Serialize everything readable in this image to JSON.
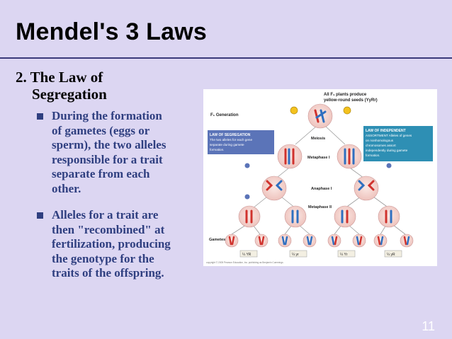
{
  "slide": {
    "title": "Mendel's 3 Laws",
    "subheading_line1": "2. The Law of",
    "subheading_line2": "Segregation",
    "bullets": [
      [
        "During the formation",
        "of gametes (eggs or",
        "sperm), the two alleles",
        "responsible for a trait",
        "separate from each",
        "other."
      ],
      [
        "Alleles for a trait are",
        "then \"recombined\" at",
        "fertilization, producing",
        "the genotype for the",
        "traits of the offspring."
      ]
    ],
    "page_number": "11"
  },
  "figure": {
    "top_caption_line1": "All F₁ plants produce",
    "top_caption_line2": "yellow-round seeds (YyRr)",
    "generation_label": "F₁ Generation",
    "segregation_box": {
      "title": "LAW OF SEGREGATION",
      "text_lines": [
        "The two alleles for each gene",
        "separate during gamete",
        "formation."
      ]
    },
    "independent_box": {
      "title": "LAW OF INDEPENDENT",
      "text_lines": [
        "ASSORTMENT Alleles of genes",
        "on nonhomologous",
        "chromosomes assort",
        "independently during gamete",
        "formation."
      ]
    },
    "stage_labels": [
      "Meiosis",
      "Metaphase I",
      "Anaphase I",
      "Metaphase II"
    ],
    "gametes_label": "Gametes",
    "gamete_fractions": [
      "¼ YR",
      "¼ yr",
      "¼ Yr",
      "¼ yR"
    ],
    "copyright": "copyright © 2005 Pearson Education, Inc. publishing as Benjamin Cummings",
    "colors": {
      "allele_red": "#d0322d",
      "allele_blue": "#2f6fc0",
      "cell_fill": "#f4d8d4",
      "box_blue": "#5b74b8",
      "box_teal": "#2e8fb4"
    }
  }
}
